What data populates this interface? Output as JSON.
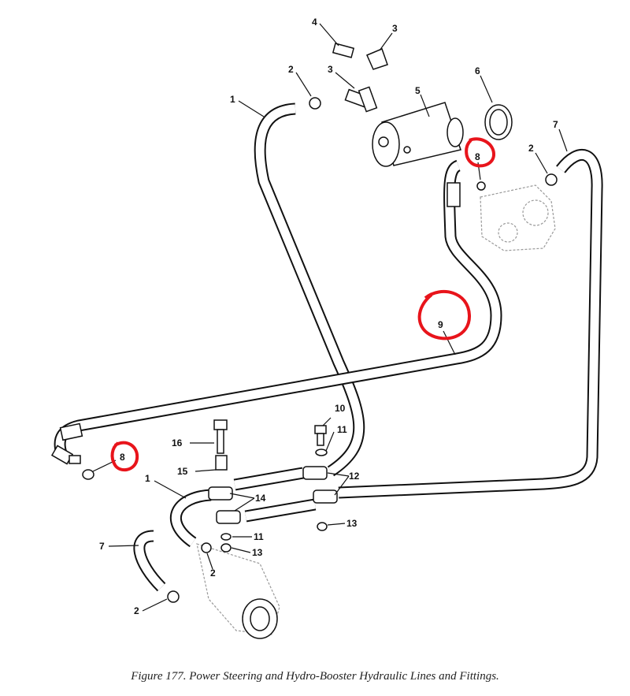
{
  "figure": {
    "caption": "Figure 177.  Power Steering and Hydro-Booster Hydraulic Lines and Fittings.",
    "callouts": [
      "4",
      "3",
      "2",
      "3",
      "5",
      "6",
      "1",
      "7",
      "2",
      "8",
      "9",
      "10",
      "11",
      "16",
      "8",
      "15",
      "12",
      "1",
      "14",
      "13",
      "11",
      "7",
      "13",
      "2",
      "2"
    ],
    "highlight_color": "#e8141b",
    "highlighted_callouts": [
      "8",
      "9",
      "8"
    ]
  }
}
